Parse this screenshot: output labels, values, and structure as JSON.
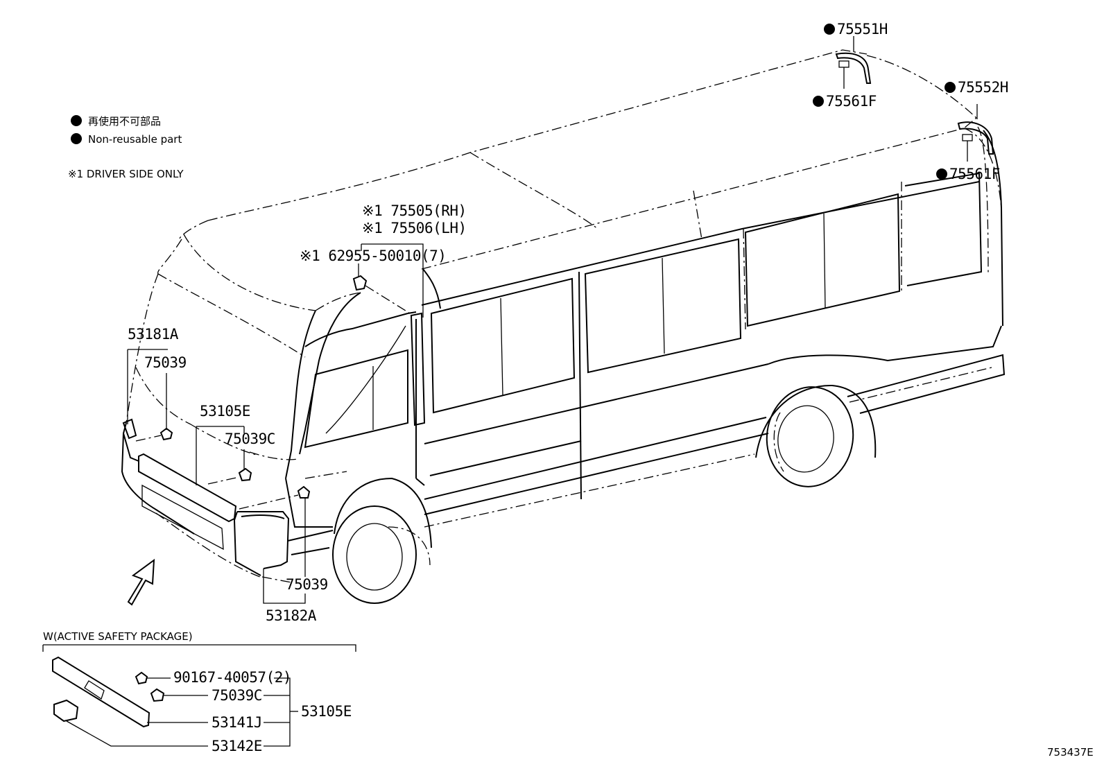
{
  "legend": {
    "bullet_ja": "再使用不可部品",
    "bullet_en": "Non-reusable part",
    "note": "※1 DRIVER SIDE ONLY"
  },
  "callouts": {
    "p75551H": "75551H",
    "p75552H": "75552H",
    "p75561F_a": "75561F",
    "p75561F_b": "75561F",
    "p75505": "※1 75505(RH)",
    "p75506": "※1 75506(LH)",
    "p62955": "※1 62955-50010(7)",
    "p53181A": "53181A",
    "p75039_top": "75039",
    "p53105E_main": "53105E",
    "p75039C_main": "75039C",
    "p75039_bottom": "75039",
    "p53182A": "53182A"
  },
  "inset": {
    "title": "W(ACTIVE SAFETY PACKAGE)",
    "p90167": "90167-40057(2)",
    "p75039C": "75039C",
    "p53141J": "53141J",
    "p53142E": "53142E",
    "p53105E": "53105E"
  },
  "figure_id": "753437E",
  "colors": {
    "line": "#000000",
    "background": "#ffffff"
  }
}
